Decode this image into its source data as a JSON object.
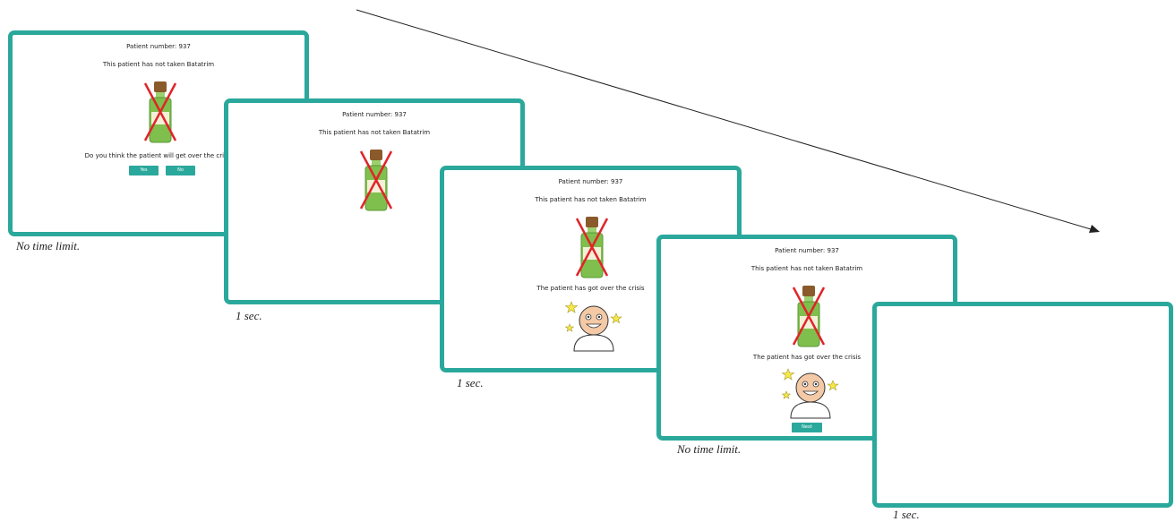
{
  "trial": {
    "patient_label": "Patient number: 937",
    "treatment_text": "This patient has not taken Batatrim",
    "question": "Do you think the patient will get over the crisis",
    "yes_label": "Yes",
    "no_label": "No",
    "outcome_text": "The patient has got over the crisis",
    "next_label": "Next"
  },
  "captions": {
    "screen1": "No time limit.",
    "screen2": "1 sec.",
    "screen3": "1 sec.",
    "screen4": "No time limit.",
    "screen5": "1 sec."
  },
  "colors": {
    "frame": "#2ba89c",
    "button": "#2ba89c",
    "cross": "#e0242a",
    "bottle": "#7fbf4d",
    "face": "#f4c9a6",
    "star": "#f5e84a"
  },
  "icons": [
    "crossed-bottle-icon",
    "happy-face-icon",
    "star-icon",
    "arrow"
  ]
}
